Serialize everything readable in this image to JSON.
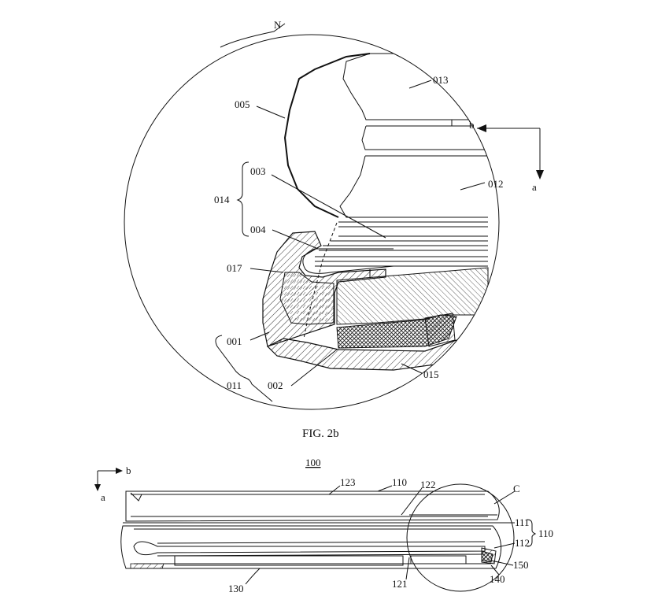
{
  "fig2b": {
    "caption": "FIG. 2b",
    "circle_label": "N",
    "labels": {
      "l013": "013",
      "l005": "005",
      "l003": "003",
      "l014": "014",
      "l012": "012",
      "l004": "004",
      "l017": "017",
      "l001": "001",
      "l011": "011",
      "l002": "002",
      "l015": "015"
    },
    "axis": {
      "b": "b",
      "a": "a"
    }
  },
  "fig_lower": {
    "ref": "100",
    "circle_label": "C",
    "labels": {
      "l123": "123",
      "l110": "110",
      "l122": "122",
      "l111": "111",
      "l110b": "110",
      "l112": "112",
      "l150": "150",
      "l140": "140",
      "l121": "121",
      "l130": "130"
    },
    "axis": {
      "b": "b",
      "a": "a"
    }
  }
}
